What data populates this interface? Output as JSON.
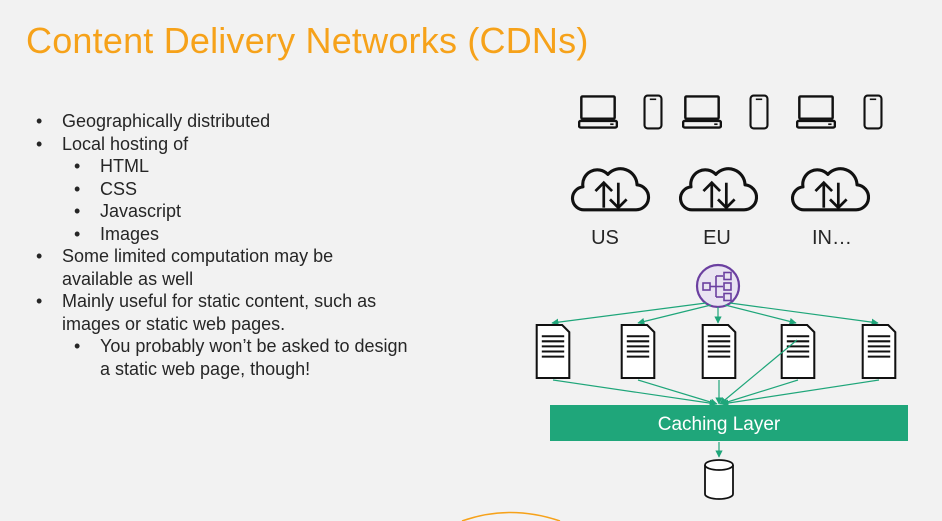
{
  "slide": {
    "title": "Content Delivery Networks (CDNs)",
    "accent_color": "#f6a21a",
    "bullets": [
      {
        "level": 1,
        "text": "Geographically distributed"
      },
      {
        "level": 1,
        "text": "Local hosting of"
      },
      {
        "level": 2,
        "text": "HTML"
      },
      {
        "level": 2,
        "text": "CSS"
      },
      {
        "level": 2,
        "text": "Javascript"
      },
      {
        "level": 2,
        "text": "Images"
      },
      {
        "level": 1,
        "text": "Some limited computation may be"
      },
      {
        "level": 1,
        "cont": true,
        "text": "available as well"
      },
      {
        "level": 1,
        "text": "Mainly useful for static content, such as"
      },
      {
        "level": 1,
        "cont": true,
        "text": "images or static web pages."
      },
      {
        "level": 2,
        "text": "You probably won’t be asked to design"
      },
      {
        "level": 2,
        "cont": true,
        "text": "a static web page, though!"
      }
    ]
  },
  "diagram": {
    "devices": [
      "laptop-icon",
      "phone-icon",
      "laptop-icon",
      "phone-icon",
      "laptop-icon",
      "phone-icon"
    ],
    "regions": [
      "US",
      "EU",
      "IN…"
    ],
    "region_icon": "cloud-upload-download-icon",
    "load_balancer_icon": "load-balancer-icon",
    "load_balancer_color": "#6b3fa0",
    "server_icon": "server-icon",
    "server_count": 5,
    "caching_layer": {
      "label": "Caching Layer",
      "color": "#1fa67a"
    },
    "database_icon": "database-icon",
    "connector_color": "#1fa67a"
  }
}
